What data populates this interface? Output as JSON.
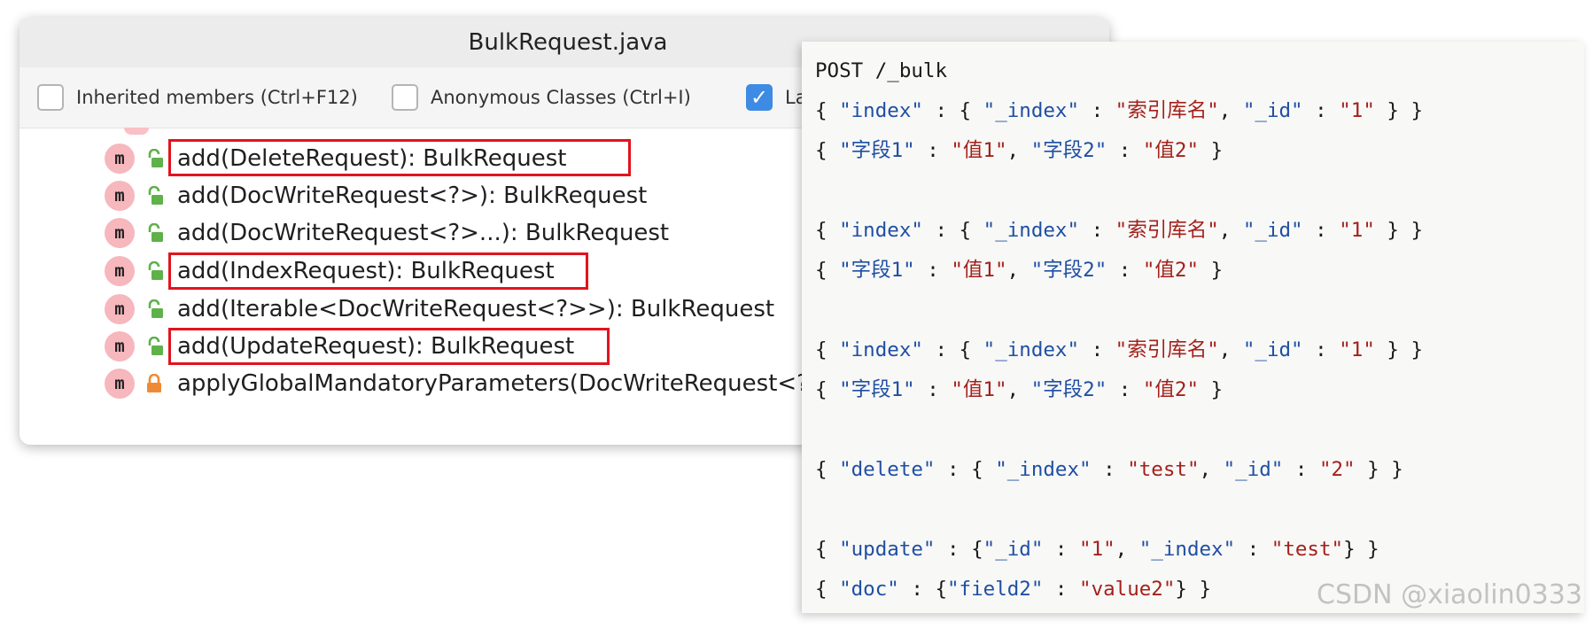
{
  "ide": {
    "title": "BulkRequest.java",
    "options": [
      {
        "label": "Inherited members (Ctrl+F12)",
        "checked": false
      },
      {
        "label": "Anonymous Classes (Ctrl+I)",
        "checked": false
      },
      {
        "label": "La",
        "checked": true
      }
    ],
    "members": [
      {
        "badge": "m",
        "visibility": "public",
        "text": "add(DeleteRequest): BulkRequest",
        "highlighted": true
      },
      {
        "badge": "m",
        "visibility": "public",
        "text": "add(DocWriteRequest<?>): BulkRequest",
        "highlighted": false
      },
      {
        "badge": "m",
        "visibility": "public",
        "text": "add(DocWriteRequest<?>...): BulkRequest",
        "highlighted": false
      },
      {
        "badge": "m",
        "visibility": "public",
        "text": "add(IndexRequest): BulkRequest",
        "highlighted": true
      },
      {
        "badge": "m",
        "visibility": "public",
        "text": "add(Iterable<DocWriteRequest<?>>): BulkRequest",
        "highlighted": false
      },
      {
        "badge": "m",
        "visibility": "public",
        "text": "add(UpdateRequest): BulkRequest",
        "highlighted": true
      },
      {
        "badge": "m",
        "visibility": "private",
        "text": "applyGlobalMandatoryParameters(DocWriteRequest<?",
        "highlighted": false
      }
    ]
  },
  "code": {
    "lines": [
      [
        {
          "t": "POST /_bulk",
          "k": "plain"
        }
      ],
      [
        {
          "t": "{ ",
          "k": "plain"
        },
        {
          "t": "\"index\"",
          "k": "key"
        },
        {
          "t": " : { ",
          "k": "plain"
        },
        {
          "t": "\"_index\"",
          "k": "key"
        },
        {
          "t": " : ",
          "k": "plain"
        },
        {
          "t": "\"索引库名\"",
          "k": "str"
        },
        {
          "t": ", ",
          "k": "plain"
        },
        {
          "t": "\"_id\"",
          "k": "key"
        },
        {
          "t": " : ",
          "k": "plain"
        },
        {
          "t": "\"1\"",
          "k": "str"
        },
        {
          "t": " } }",
          "k": "plain"
        }
      ],
      [
        {
          "t": "{ ",
          "k": "plain"
        },
        {
          "t": "\"字段1\"",
          "k": "key"
        },
        {
          "t": " : ",
          "k": "plain"
        },
        {
          "t": "\"值1\"",
          "k": "str"
        },
        {
          "t": ", ",
          "k": "plain"
        },
        {
          "t": "\"字段2\"",
          "k": "key"
        },
        {
          "t": " : ",
          "k": "plain"
        },
        {
          "t": "\"值2\"",
          "k": "str"
        },
        {
          "t": " }",
          "k": "plain"
        }
      ],
      [],
      [
        {
          "t": "{ ",
          "k": "plain"
        },
        {
          "t": "\"index\"",
          "k": "key"
        },
        {
          "t": " : { ",
          "k": "plain"
        },
        {
          "t": "\"_index\"",
          "k": "key"
        },
        {
          "t": " : ",
          "k": "plain"
        },
        {
          "t": "\"索引库名\"",
          "k": "str"
        },
        {
          "t": ", ",
          "k": "plain"
        },
        {
          "t": "\"_id\"",
          "k": "key"
        },
        {
          "t": " : ",
          "k": "plain"
        },
        {
          "t": "\"1\"",
          "k": "str"
        },
        {
          "t": " } }",
          "k": "plain"
        }
      ],
      [
        {
          "t": "{ ",
          "k": "plain"
        },
        {
          "t": "\"字段1\"",
          "k": "key"
        },
        {
          "t": " : ",
          "k": "plain"
        },
        {
          "t": "\"值1\"",
          "k": "str"
        },
        {
          "t": ", ",
          "k": "plain"
        },
        {
          "t": "\"字段2\"",
          "k": "key"
        },
        {
          "t": " : ",
          "k": "plain"
        },
        {
          "t": "\"值2\"",
          "k": "str"
        },
        {
          "t": " }",
          "k": "plain"
        }
      ],
      [],
      [
        {
          "t": "{ ",
          "k": "plain"
        },
        {
          "t": "\"index\"",
          "k": "key"
        },
        {
          "t": " : { ",
          "k": "plain"
        },
        {
          "t": "\"_index\"",
          "k": "key"
        },
        {
          "t": " : ",
          "k": "plain"
        },
        {
          "t": "\"索引库名\"",
          "k": "str"
        },
        {
          "t": ", ",
          "k": "plain"
        },
        {
          "t": "\"_id\"",
          "k": "key"
        },
        {
          "t": " : ",
          "k": "plain"
        },
        {
          "t": "\"1\"",
          "k": "str"
        },
        {
          "t": " } }",
          "k": "plain"
        }
      ],
      [
        {
          "t": "{ ",
          "k": "plain"
        },
        {
          "t": "\"字段1\"",
          "k": "key"
        },
        {
          "t": " : ",
          "k": "plain"
        },
        {
          "t": "\"值1\"",
          "k": "str"
        },
        {
          "t": ", ",
          "k": "plain"
        },
        {
          "t": "\"字段2\"",
          "k": "key"
        },
        {
          "t": " : ",
          "k": "plain"
        },
        {
          "t": "\"值2\"",
          "k": "str"
        },
        {
          "t": " }",
          "k": "plain"
        }
      ],
      [],
      [
        {
          "t": "{ ",
          "k": "plain"
        },
        {
          "t": "\"delete\"",
          "k": "key"
        },
        {
          "t": " : { ",
          "k": "plain"
        },
        {
          "t": "\"_index\"",
          "k": "key"
        },
        {
          "t": " : ",
          "k": "plain"
        },
        {
          "t": "\"test\"",
          "k": "str"
        },
        {
          "t": ", ",
          "k": "plain"
        },
        {
          "t": "\"_id\"",
          "k": "key"
        },
        {
          "t": " : ",
          "k": "plain"
        },
        {
          "t": "\"2\"",
          "k": "str"
        },
        {
          "t": " } }",
          "k": "plain"
        }
      ],
      [],
      [
        {
          "t": "{ ",
          "k": "plain"
        },
        {
          "t": "\"update\"",
          "k": "key"
        },
        {
          "t": " : {",
          "k": "plain"
        },
        {
          "t": "\"_id\"",
          "k": "key"
        },
        {
          "t": " : ",
          "k": "plain"
        },
        {
          "t": "\"1\"",
          "k": "str"
        },
        {
          "t": ", ",
          "k": "plain"
        },
        {
          "t": "\"_index\"",
          "k": "key"
        },
        {
          "t": " : ",
          "k": "plain"
        },
        {
          "t": "\"test\"",
          "k": "str"
        },
        {
          "t": "} }",
          "k": "plain"
        }
      ],
      [
        {
          "t": "{ ",
          "k": "plain"
        },
        {
          "t": "\"doc\"",
          "k": "key"
        },
        {
          "t": " : {",
          "k": "plain"
        },
        {
          "t": "\"field2\"",
          "k": "key"
        },
        {
          "t": " : ",
          "k": "plain"
        },
        {
          "t": "\"value2\"",
          "k": "str"
        },
        {
          "t": "} }",
          "k": "plain"
        }
      ]
    ]
  },
  "watermark": "CSDN @xiaolin0333",
  "colors": {
    "highlight_border": "#e1141d",
    "checkbox_checked": "#3d8be4",
    "method_badge": "#f6b7bd",
    "lock_public": "#5fb14a",
    "lock_private": "#ef8a34",
    "json_key": "#1f4fa3",
    "json_string": "#a3211b"
  },
  "icons": {
    "method_badge": "method-m-icon",
    "public_access": "unlocked-padlock-icon",
    "private_access": "locked-padlock-icon",
    "checked": "checkmark-icon"
  }
}
